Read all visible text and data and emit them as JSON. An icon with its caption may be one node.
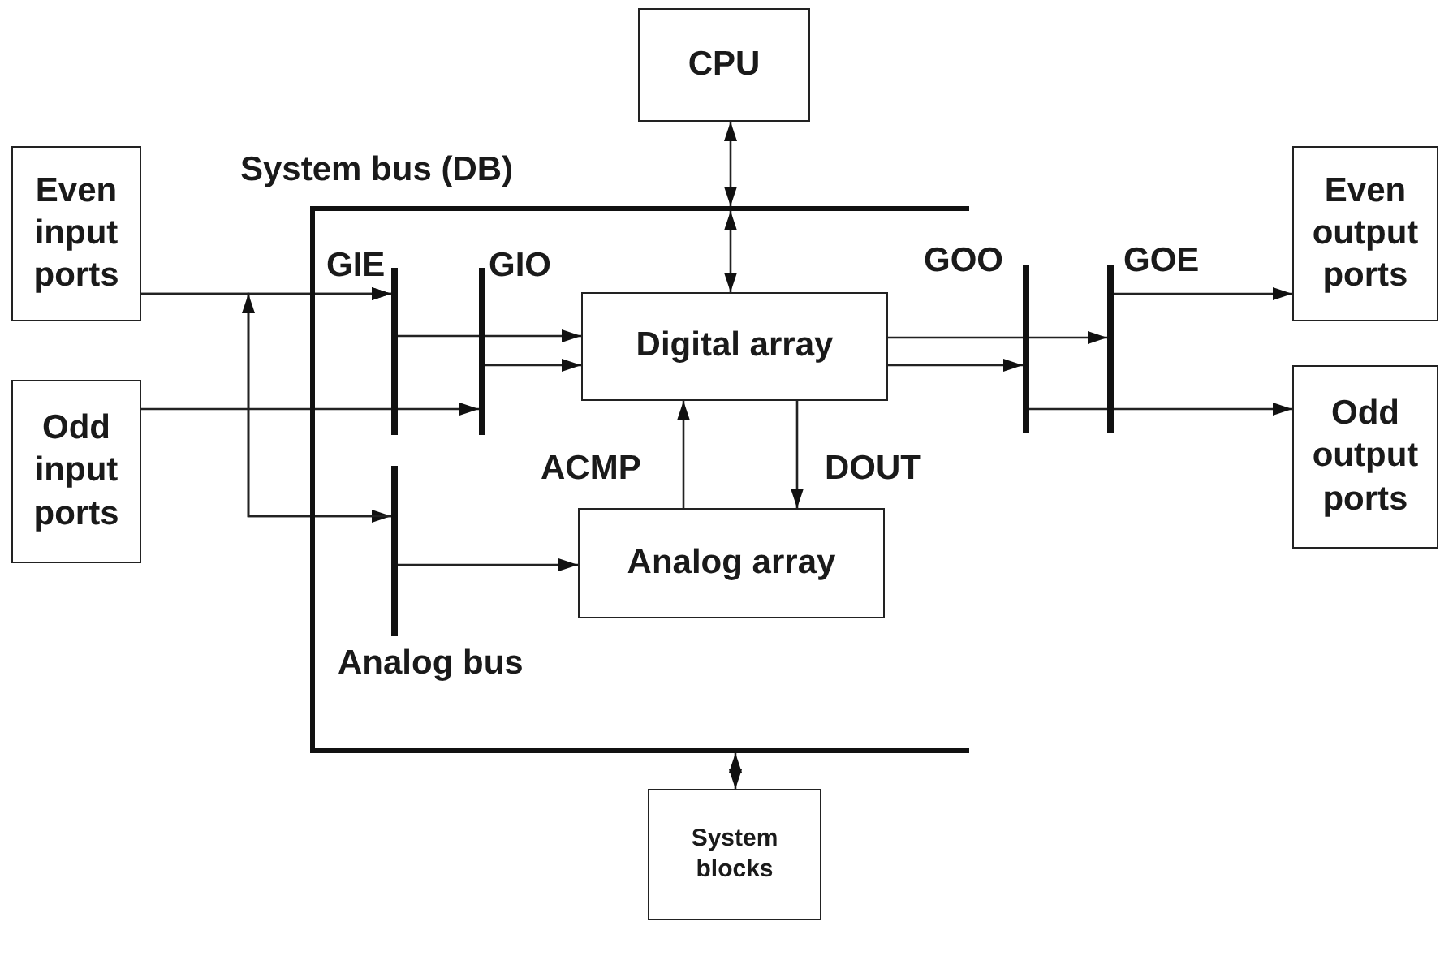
{
  "diagram": {
    "nodes": [
      {
        "text": [
          "CPU"
        ]
      },
      {
        "text": [
          "Even input ports"
        ]
      },
      {
        "text": [
          "Odd input ports"
        ]
      },
      {
        "text": [
          "System bus (DB)"
        ]
      },
      {
        "text": [],
        "shape": "bar",
        "beside": [
          "GIE"
        ],
        "in": 3
      },
      {
        "text": [],
        "shape": "bar",
        "beside": [
          "GIO"
        ],
        "in": 3
      },
      {
        "text": [],
        "shape": "bar",
        "beside": [
          "Analog bus"
        ],
        "in": 3
      },
      {
        "text": [
          "Digital array"
        ],
        "in": 3
      },
      {
        "text": [
          "Analog array"
        ],
        "in": 3
      },
      {
        "text": [],
        "shape": "bar",
        "beside": [
          "GOO"
        ]
      },
      {
        "text": [],
        "shape": "bar",
        "beside": [
          "GOE"
        ]
      },
      {
        "text": [
          "Even output ports"
        ]
      },
      {
        "text": [
          "Odd output ports"
        ]
      },
      {
        "text": [
          "System blocks"
        ]
      }
    ],
    "edges": [
      {
        "from": 0,
        "to": 3,
        "arrow": "both"
      },
      {
        "from": 3,
        "to": 7,
        "arrow": "both"
      },
      {
        "from": 1,
        "to": 4,
        "arrow": "to"
      },
      {
        "from": 1,
        "to": 6,
        "arrow": "to"
      },
      {
        "from": 2,
        "to": 5,
        "arrow": "to"
      },
      {
        "from": 4,
        "to": 7,
        "arrow": "to"
      },
      {
        "from": 5,
        "to": 7,
        "arrow": "to"
      },
      {
        "from": 6,
        "to": 8,
        "arrow": "to"
      },
      {
        "from": 8,
        "to": 7,
        "arrow": "to",
        "label": "ACMP"
      },
      {
        "from": 7,
        "to": 8,
        "arrow": "to",
        "label": "DOUT"
      },
      {
        "from": 7,
        "to": 10,
        "arrow": "to"
      },
      {
        "from": 7,
        "to": 9,
        "arrow": "to"
      },
      {
        "from": 10,
        "to": 11,
        "arrow": "to"
      },
      {
        "from": 9,
        "to": 12,
        "arrow": "to"
      },
      {
        "from": 3,
        "to": 13,
        "arrow": "both"
      },
      {
        "from": 6,
        "to": 4,
        "arrow": "to"
      }
    ]
  }
}
